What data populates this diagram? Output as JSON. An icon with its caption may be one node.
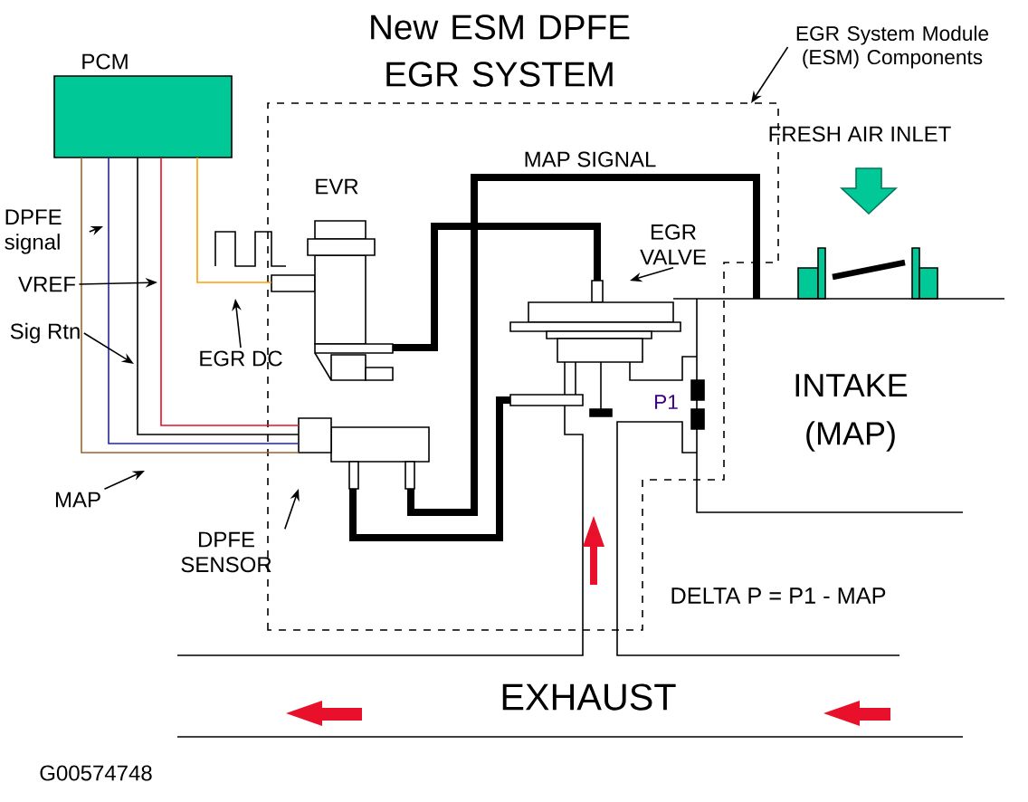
{
  "diagram": {
    "title": "New ESM DPFE EGR SYSTEM",
    "nodes": [
      {
        "text": [
          "PCM"
        ]
      },
      {
        "text": [],
        "shape": "box"
      },
      {
        "text": [
          "EGR System Module (ESM) Components"
        ]
      },
      {
        "text": [
          "EVR"
        ],
        "in": 1
      },
      {
        "text": [
          "EGR VALVE"
        ],
        "in": 1
      },
      {
        "text": [],
        "shape": "valve",
        "in": 1
      },
      {
        "text": [],
        "shape": "sensor",
        "in": 1
      },
      {
        "text": [
          "DPFE SENSOR"
        ]
      },
      {
        "text": [
          "INTAKE (MAP)"
        ]
      },
      {
        "text": [
          "DPFE signal"
        ]
      },
      {
        "text": [
          "VREF"
        ]
      },
      {
        "text": [
          "Sig Rtn"
        ]
      },
      {
        "text": [
          "MAP"
        ]
      },
      {
        "text": [
          "EGR DC"
        ]
      }
    ],
    "edges": [
      {
        "from": 3,
        "to": 5,
        "arrow": "none",
        "style": "thick"
      },
      {
        "from": 8,
        "to": 6,
        "arrow": "none",
        "style": "thick",
        "label": "MAP SIGNAL"
      },
      {
        "from": 6,
        "to": 5,
        "arrow": "none",
        "style": "thick"
      },
      {
        "from": 0,
        "to": 3,
        "arrow": "none",
        "color": "#ffa000"
      },
      {
        "from": 0,
        "to": 6,
        "arrow": "none",
        "color": "#e8102a"
      },
      {
        "from": 0,
        "to": 6,
        "arrow": "none"
      },
      {
        "from": 0,
        "to": 6,
        "arrow": "none",
        "color": "#2020c0"
      },
      {
        "from": 0,
        "to": 6,
        "arrow": "none",
        "color": "#a0642a"
      },
      {
        "from": 2,
        "to": 1,
        "arrow": "to"
      },
      {
        "from": 4,
        "to": 5,
        "arrow": "to"
      },
      {
        "from": 7,
        "to": 6,
        "arrow": "to"
      },
      {
        "from": 9,
        "to": null,
        "arrow": "to"
      },
      {
        "from": 10,
        "to": null,
        "arrow": "to"
      },
      {
        "from": 11,
        "to": null,
        "arrow": "to"
      },
      {
        "from": 12,
        "to": null,
        "arrow": "to"
      },
      {
        "from": 13,
        "to": null,
        "arrow": "to"
      }
    ],
    "labels": [
      "FRESH AIR INLET",
      "P1",
      "DELTA P = P1 - MAP",
      "EXHAUST",
      "G00574748"
    ]
  }
}
